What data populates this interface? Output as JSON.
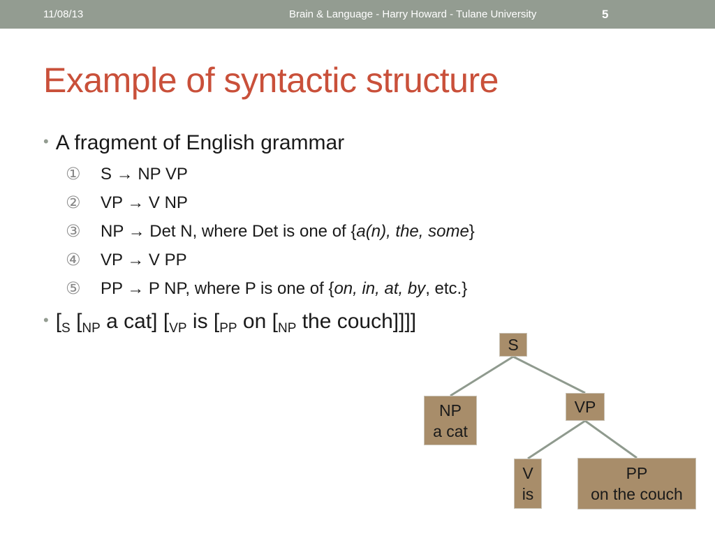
{
  "header": {
    "date": "11/08/13",
    "footer_title": "Brain & Language - Harry Howard - Tulane University",
    "slide_number": "5"
  },
  "title": "Example of syntactic structure",
  "bullets": {
    "fragment": "A fragment of English grammar",
    "rules": [
      {
        "num": "①",
        "text": "S → NP VP"
      },
      {
        "num": "②",
        "text": "VP → V NP"
      },
      {
        "num": "③",
        "text_plain": "NP  → Det N, where Det is one of {",
        "text_italic": "a(n), the, some",
        "text_end": "}"
      },
      {
        "num": "④",
        "text": "VP → V PP"
      },
      {
        "num": "⑤",
        "text_plain": "PP → P NP, where P is one of {",
        "text_italic": "on, in, at, by",
        "text_end": ", etc.}"
      }
    ],
    "bracketing": [
      {
        "t": "["
      },
      {
        "s": "S"
      },
      {
        "t": " ["
      },
      {
        "s": "NP"
      },
      {
        "t": " a cat] ["
      },
      {
        "s": "VP"
      },
      {
        "t": " is ["
      },
      {
        "s": "PP"
      },
      {
        "t": " on ["
      },
      {
        "s": "NP"
      },
      {
        "t": " the couch]]]]"
      }
    ]
  },
  "tree": {
    "s": {
      "label": "S"
    },
    "np": {
      "label": "NP",
      "word": "a cat"
    },
    "vp": {
      "label": "VP"
    },
    "v": {
      "label": "V",
      "word": "is"
    },
    "pp": {
      "label": "PP",
      "word": "on the couch"
    }
  },
  "colors": {
    "topbar": "#939c91",
    "title": "#c9503a",
    "node_fill": "#a88d6a",
    "edge": "#8f9a8e"
  }
}
